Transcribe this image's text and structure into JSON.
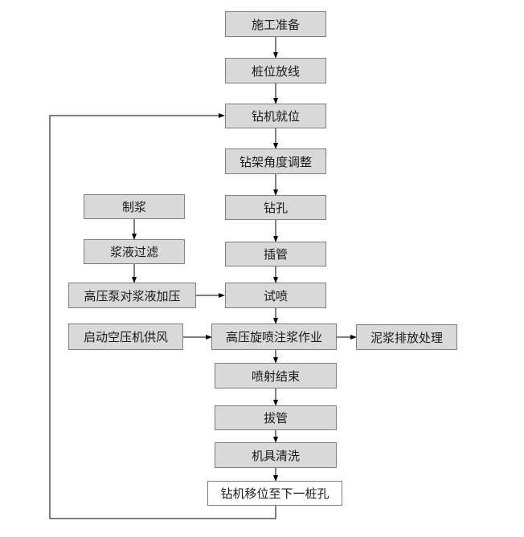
{
  "steps": {
    "prep": "施工准备",
    "layout": "桩位放线",
    "rig_position": "钻机就位",
    "rig_angle": "钻架角度调整",
    "drill": "钻孔",
    "insert_pipe": "插管",
    "trial_spray": "试喷",
    "grouting": "高压旋喷注浆作业",
    "spray_end": "喷射结束",
    "pull_pipe": "拔管",
    "clean": "机具清洗",
    "move_next": "钻机移位至下一桩孔"
  },
  "grout_branch": {
    "make_slurry": "制浆",
    "filter": "浆液过滤",
    "pressurize": "高压泵对浆液加压"
  },
  "air_supply": "启动空压机供风",
  "mud_disposal": "泥浆排放处理",
  "colors": {
    "box_fill": "#d9d9d9",
    "box_border": "#7f7f7f",
    "line": "#000000"
  }
}
